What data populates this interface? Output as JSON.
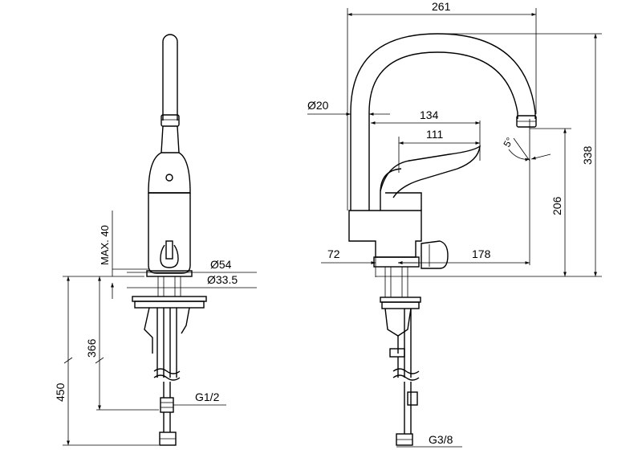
{
  "colors": {
    "line": "#000000",
    "background": "#ffffff"
  },
  "front_view": {
    "max_label": "MAX. 40",
    "dim_54": "Ø54",
    "dim_33_5": "Ø33.5",
    "dim_366": "366",
    "dim_450": "450",
    "thread_g12": "G1/2"
  },
  "side_view": {
    "dim_261": "261",
    "dim_20": "Ø20",
    "dim_134": "134",
    "dim_111": "111",
    "angle_5": "5°",
    "dim_338": "338",
    "dim_206": "206",
    "dim_72": "72",
    "dim_178": "178",
    "thread_g38": "G3/8"
  }
}
